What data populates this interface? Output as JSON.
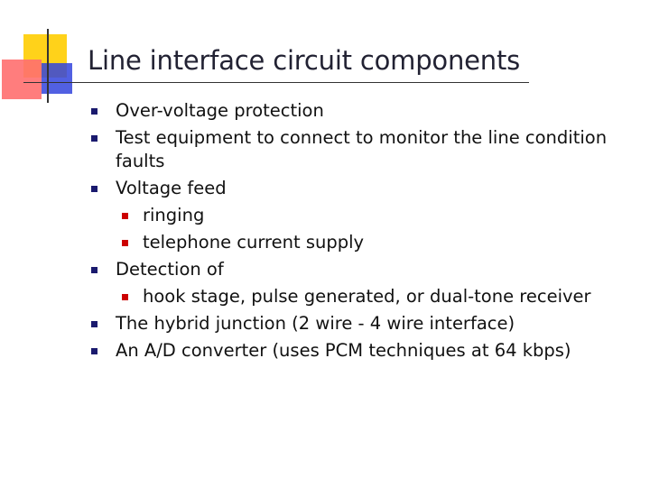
{
  "slide": {
    "title": "Line interface circuit components",
    "bullets": [
      "Over-voltage protection",
      "Test equipment to connect to monitor the line condition faults",
      "Voltage feed",
      "ringing",
      "telephone current supply",
      "Detection of",
      "hook stage, pulse generated, or dual-tone receiver",
      "The hybrid junction (2 wire - 4 wire interface)",
      "An A/D converter (uses PCM techniques at 64 kbps)"
    ]
  },
  "colors": {
    "bullet_primary": "#1a1a6e",
    "bullet_secondary": "#cc0000",
    "accent_yellow": "#ffd21a",
    "accent_red": "#ff6f6f",
    "accent_blue": "#3344dd"
  }
}
